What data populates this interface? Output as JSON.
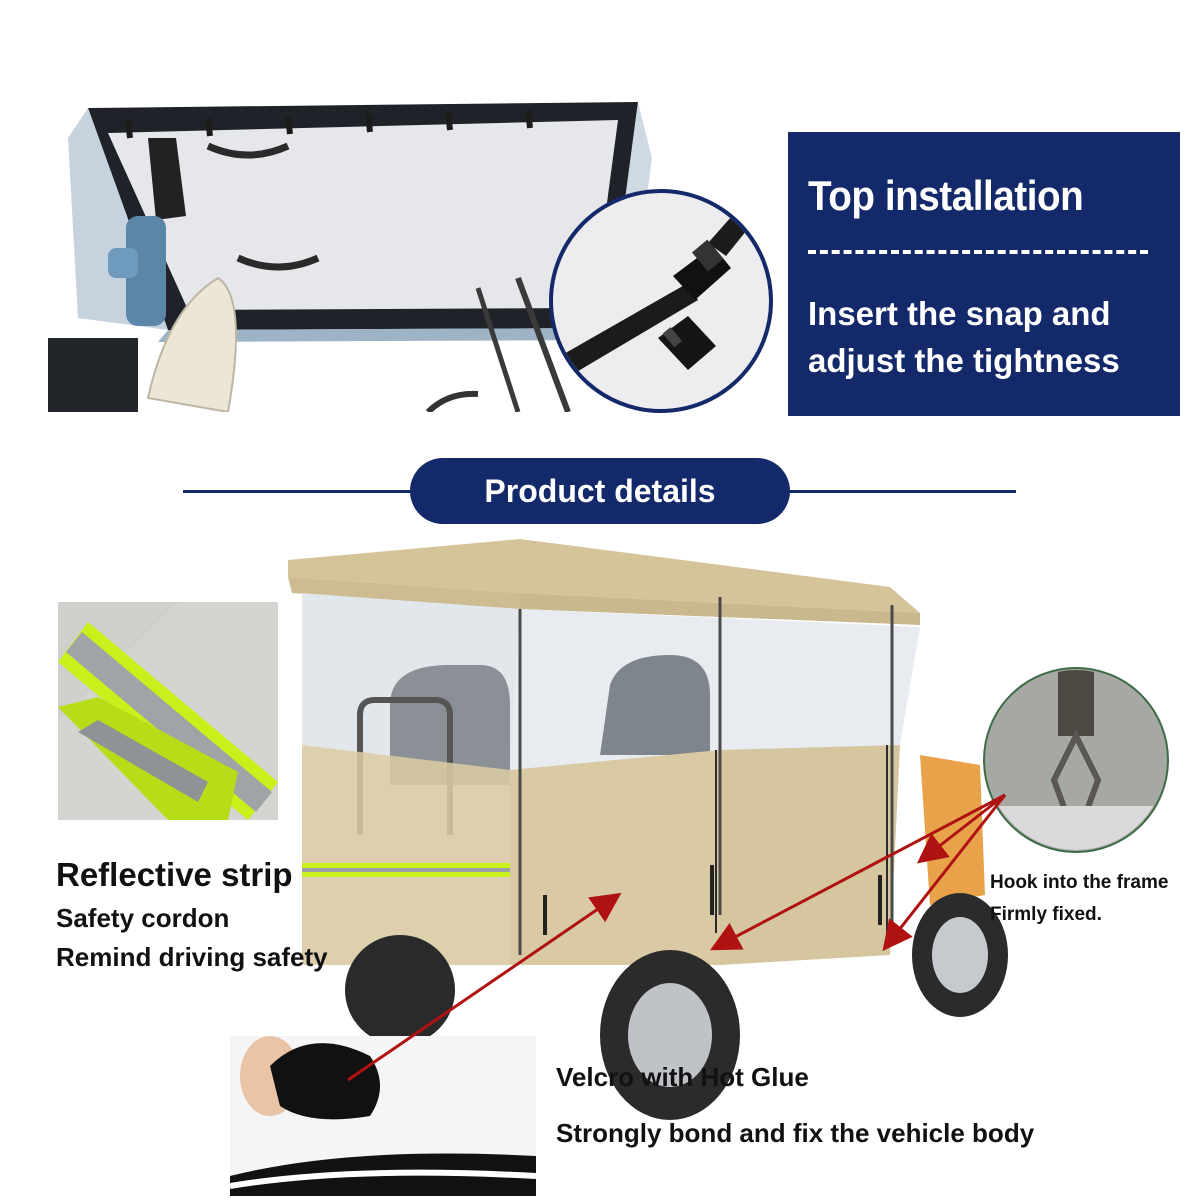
{
  "top_installation": {
    "title": "Top installation",
    "description": "Insert the snap and adjust the tightness"
  },
  "product_details": {
    "heading": "Product details"
  },
  "reflective_strip": {
    "title": "Reflective strip",
    "line1": "Safety cordon",
    "line2": "Remind driving safety"
  },
  "hook": {
    "line1": "Hook into the frame",
    "line2": "Firmly fixed."
  },
  "velcro": {
    "title": "Velcro with Hot Glue",
    "description": "Strongly bond and fix the vehicle body"
  },
  "colors": {
    "navy": "#14296a",
    "tan": "#d9c9a4",
    "arrow_red": "#b01212",
    "reflective_yellow": "#c8f01a"
  }
}
